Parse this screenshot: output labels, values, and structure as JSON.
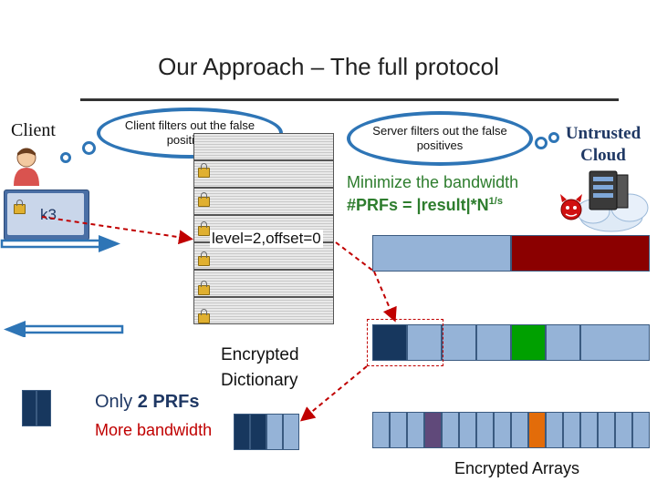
{
  "title": "Our Approach – The full protocol",
  "client_label": "Client",
  "server_label_line1": "Untrusted",
  "server_label_line2": "Cloud",
  "client_bubble": "Client filters out the false positives",
  "server_bubble": "Server filters out the false positives",
  "key_label": "k3",
  "minimize_text": "Minimize the bandwidth",
  "prfs_formula": "#PRFs = |result|*N",
  "prfs_exponent": "1/s",
  "query_label": "level=2,offset=0",
  "dictionary_label_line1": "Encrypted",
  "dictionary_label_line2": "Dictionary",
  "only_prfs_prefix": "Only ",
  "only_prfs_bold": "2 PRFs",
  "more_bandwidth": "More bandwidth",
  "arrays_label": "Encrypted Arrays",
  "icons": [
    "user-icon",
    "lock-icon",
    "server-icon",
    "cloud-icon",
    "devil-icon"
  ],
  "colors": {
    "light_blue": "#95b3d7",
    "dark_navy": "#17375e",
    "dark_red": "#8b0000",
    "green": "#00a000",
    "purple": "#60497a",
    "orange": "#e36c09",
    "accent_red": "#c00000",
    "bubble_border": "#2e75b6"
  }
}
